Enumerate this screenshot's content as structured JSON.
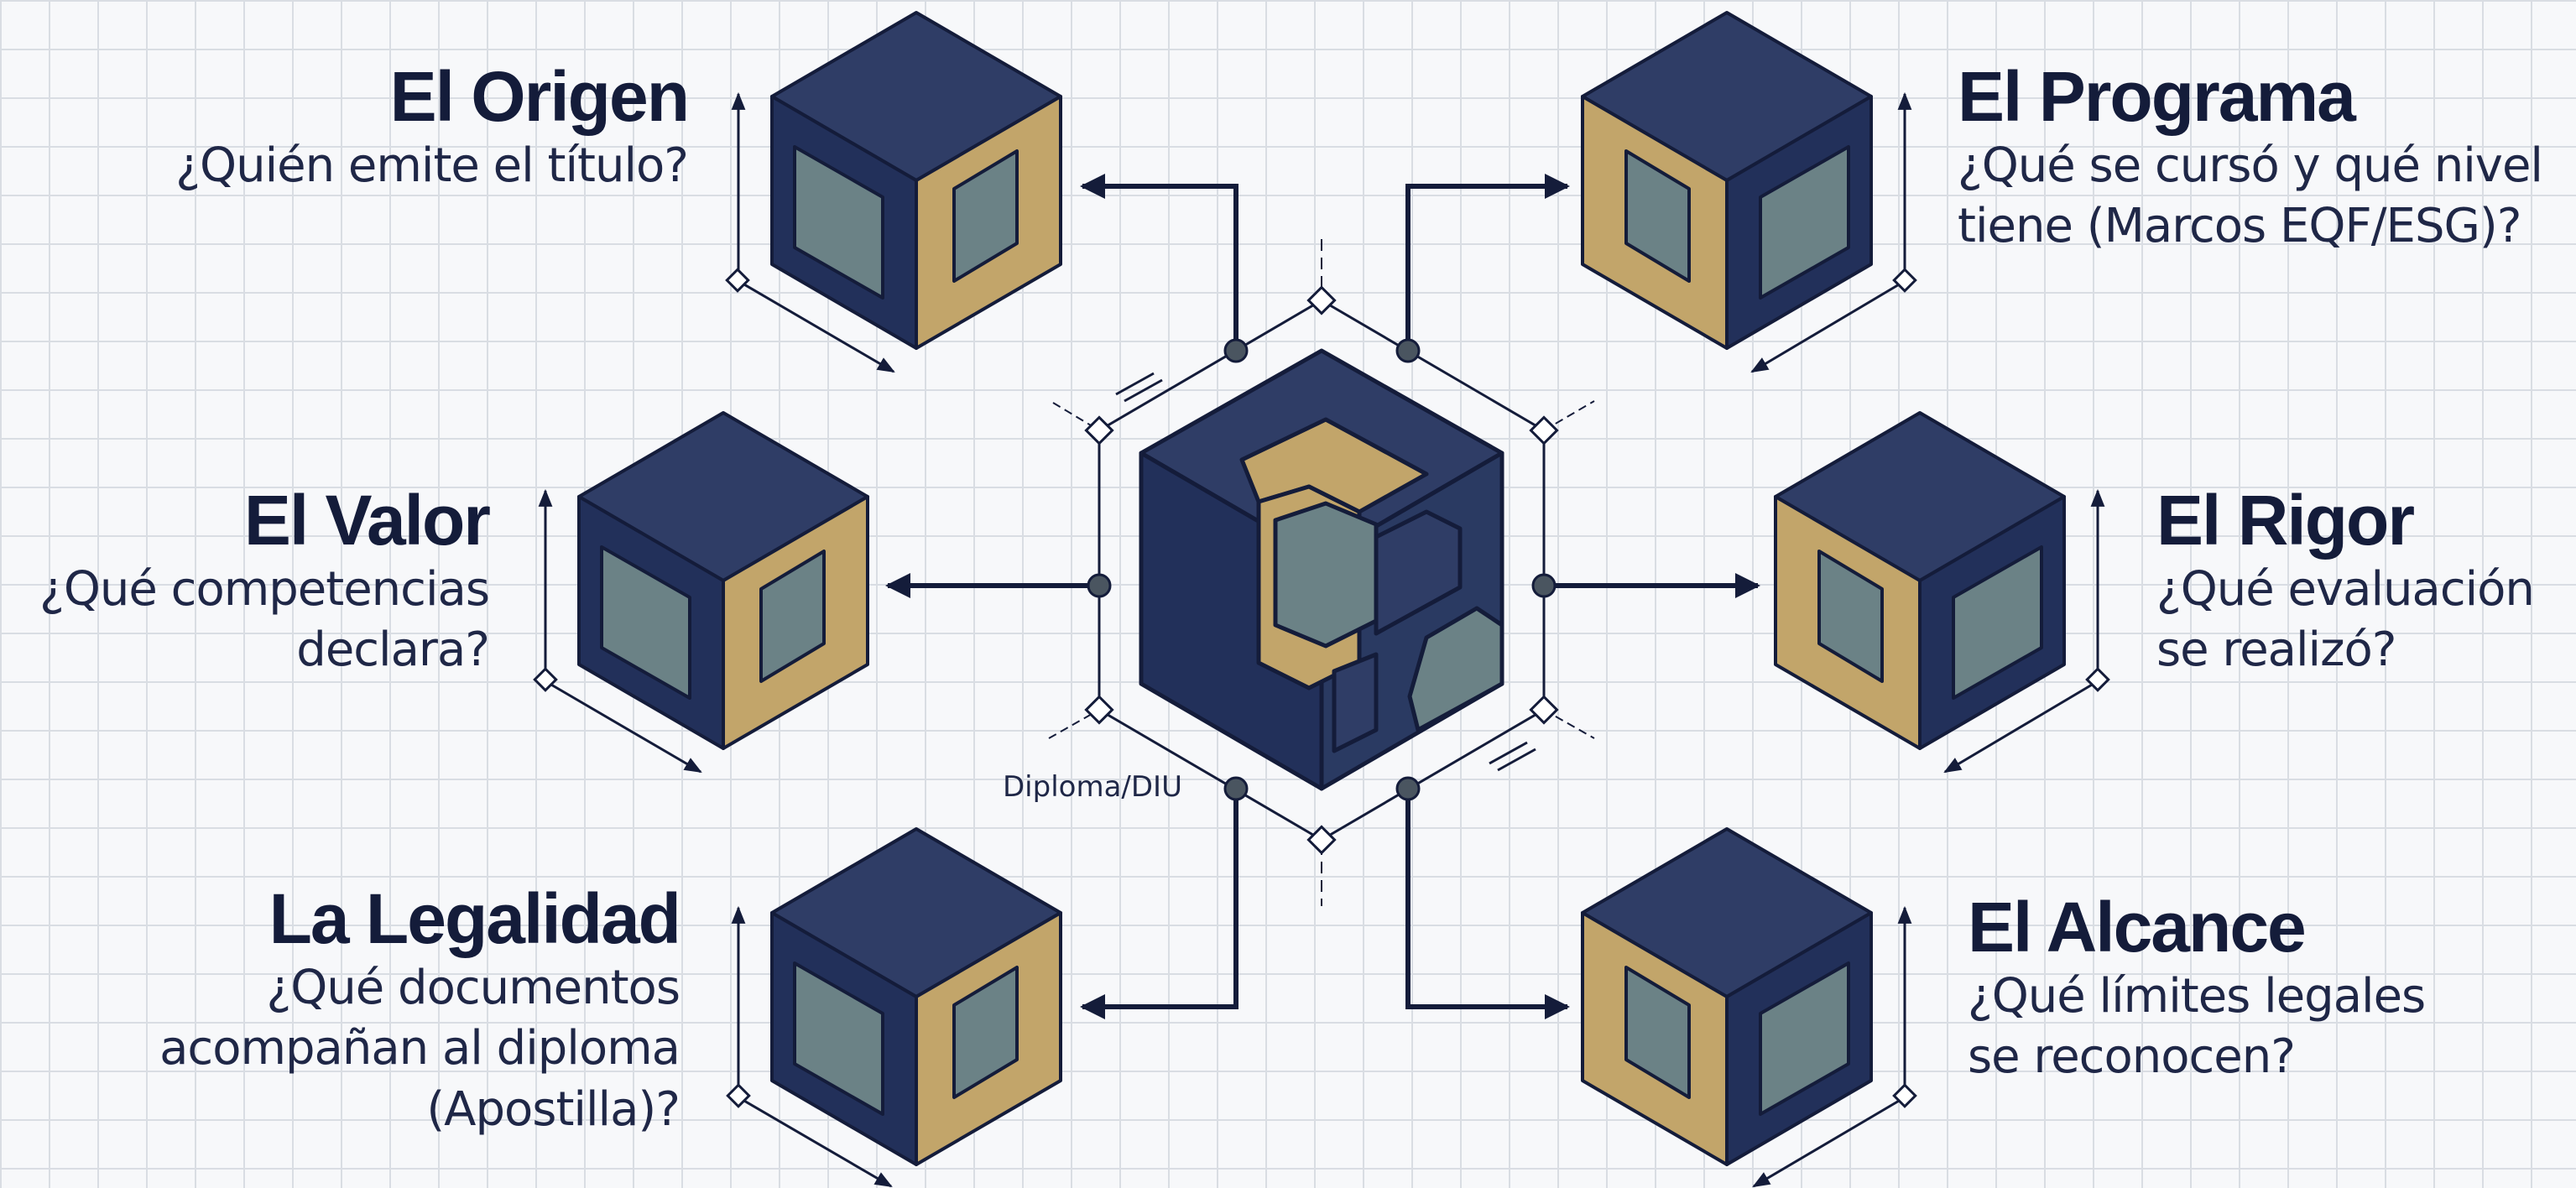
{
  "center": {
    "label": "Diploma/DIU"
  },
  "nodes": [
    {
      "id": "origen",
      "title": "El Origen",
      "question": [
        "¿Quién emite el título?"
      ]
    },
    {
      "id": "programa",
      "title": "El Programa",
      "question": [
        "¿Qué se cursó y qué nivel",
        "tiene (Marcos EQF/ESG)?"
      ]
    },
    {
      "id": "valor",
      "title": "El Valor",
      "question": [
        "¿Qué competencias",
        "declara?"
      ]
    },
    {
      "id": "rigor",
      "title": "El Rigor",
      "question": [
        "¿Qué evaluación",
        "se realizó?"
      ]
    },
    {
      "id": "legalidad",
      "title": "La Legalidad",
      "question": [
        "¿Qué documentos",
        "acompañan al diploma",
        "(Apostilla)?"
      ]
    },
    {
      "id": "alcance",
      "title": "El Alcance",
      "question": [
        "¿Qué límites legales",
        "se reconocen?"
      ]
    }
  ],
  "colors": {
    "navy_dark": "#22305a",
    "navy_top": "#2f3d66",
    "gold": "#c2a56a",
    "panel": "#6b8286",
    "line": "#141c3a",
    "background": "#f7f8fa",
    "grid": "#d9dde3"
  },
  "icons": [
    "arrow-icon",
    "cube-icon",
    "dimension-marker-icon"
  ]
}
